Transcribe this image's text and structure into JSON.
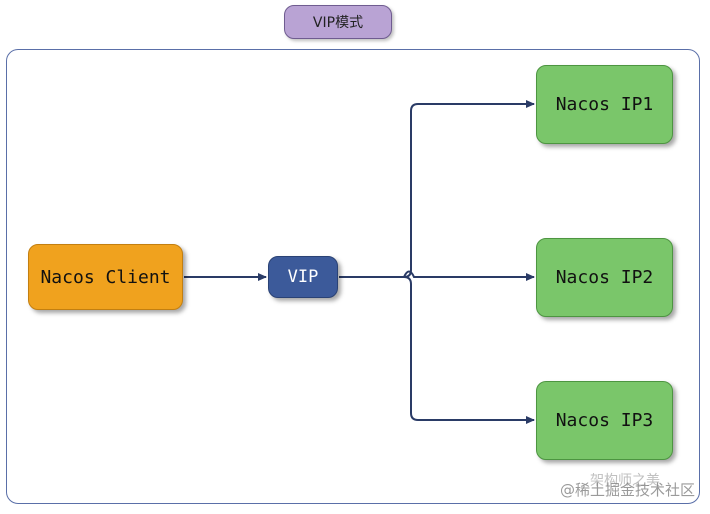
{
  "diagram": {
    "mode_tag": "VIP模式",
    "nodes": {
      "client": "Nacos Client",
      "vip": "VIP",
      "ip1": "Nacos IP1",
      "ip2": "Nacos IP2",
      "ip3": "Nacos IP3"
    },
    "edges": [
      {
        "from": "client",
        "to": "vip"
      },
      {
        "from": "vip",
        "to": "ip1"
      },
      {
        "from": "vip",
        "to": "ip2"
      },
      {
        "from": "vip",
        "to": "ip3"
      }
    ]
  },
  "colors": {
    "client_fill": "#f0a21e",
    "vip_fill": "#3c5a9a",
    "ip_fill": "#7ac66a",
    "mode_tag_fill": "#b9a3d4",
    "connector": "#2a3b66"
  },
  "watermark": {
    "line1": "架构师之美",
    "line2": "@稀土掘金技术社区"
  }
}
